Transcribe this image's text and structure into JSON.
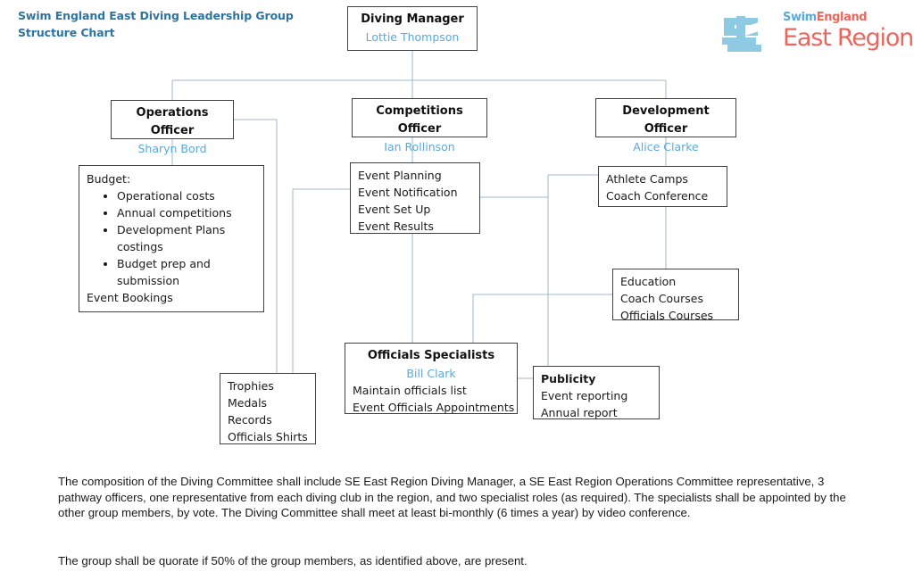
{
  "title": "Swim England East Diving Leadership Group Structure Chart",
  "logo": {
    "mark": "se-logo-icon",
    "word_swim": "Swim",
    "word_england": "England",
    "word_region": "East Region",
    "blue": "#5aa9d6",
    "salmon": "#e8685f"
  },
  "colors": {
    "title_blue": "#2e74a0",
    "person_blue": "#5aa9d6",
    "connector": "#9fb9cc",
    "box_border": "#404040",
    "text": "#1a1a1a"
  },
  "nodes": {
    "diving_manager": {
      "role": "Diving Manager",
      "person": "Lottie Thompson"
    },
    "operations_officer": {
      "role": "Operations Officer",
      "person": "Sharyn Bord"
    },
    "competitions_officer": {
      "role": "Competitions Officer",
      "person": "Ian Rollinson"
    },
    "development_officer": {
      "role": "Development Officer",
      "person": "Alice Clarke"
    },
    "budget": {
      "heading": "Budget:",
      "bullets": [
        "Operational costs",
        "Annual competitions",
        "Development Plans costings",
        "Budget prep and submission"
      ],
      "footer": "Event Bookings"
    },
    "events": {
      "lines": [
        "Event Planning",
        "Event Notification",
        "Event Set Up",
        "Event Results"
      ]
    },
    "athlete_camps": {
      "lines": [
        "Athlete Camps",
        "Coach Conference"
      ]
    },
    "education": {
      "lines": [
        "Education",
        "Coach Courses",
        "Officials Courses"
      ]
    },
    "officials_specialists": {
      "role": "Officials Specialists",
      "person": "Bill Clark",
      "lines": [
        "Maintain officials list",
        "Event Officials Appointments"
      ]
    },
    "publicity": {
      "heading": "Publicity",
      "lines": [
        "Event reporting",
        "Annual report"
      ]
    },
    "trophies": {
      "lines": [
        "Trophies",
        "Medals",
        "Records",
        "Officials Shirts"
      ]
    }
  },
  "paragraphs": {
    "composition": "The composition of the Diving Committee shall include SE East Region Diving Manager, a SE East Region Operations Committee representative, 3 pathway officers, one representative from each diving club in the region, and two specialist roles (as required). The specialists shall be appointed by the other group members, by vote. The Diving Committee shall meet at least bi-monthly (6 times a year) by video conference.",
    "quorate": "The group shall be quorate if 50% of the group members, as identified above, are present."
  }
}
